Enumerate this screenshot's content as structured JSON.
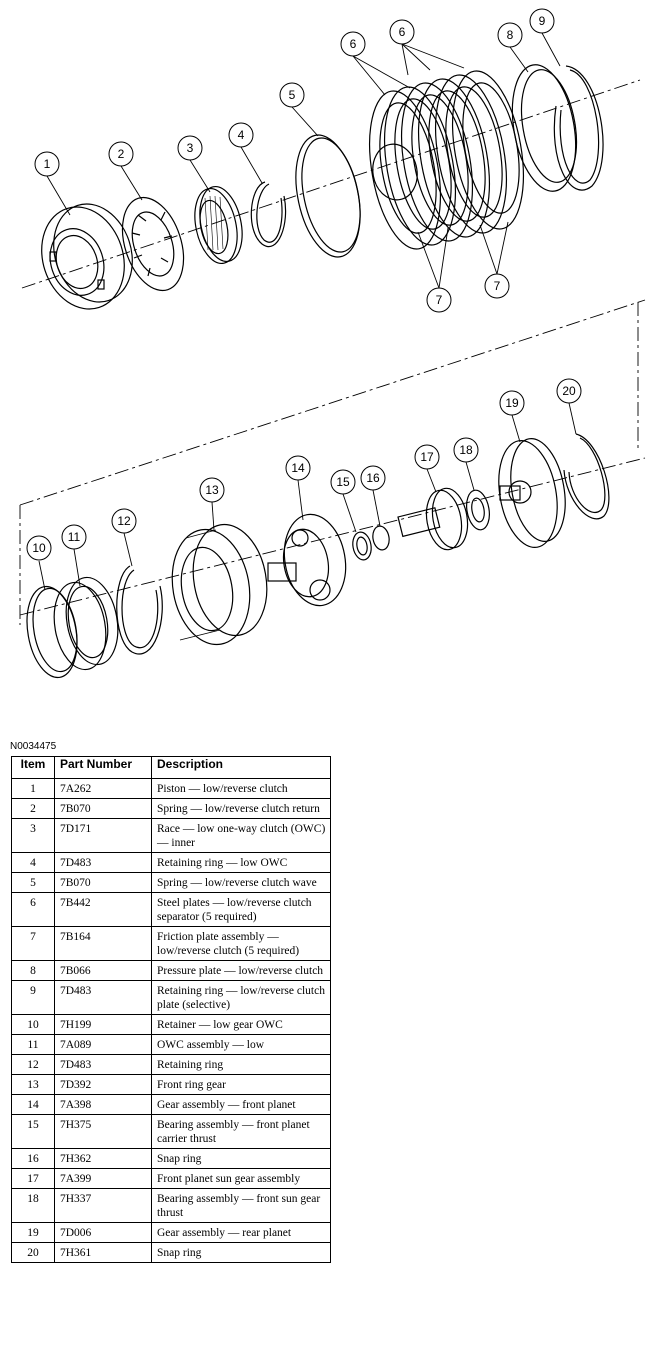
{
  "figure_id": "N0034475",
  "callouts": [
    "1",
    "2",
    "3",
    "4",
    "5",
    "6",
    "6",
    "7",
    "7",
    "8",
    "9",
    "10",
    "11",
    "12",
    "13",
    "14",
    "15",
    "16",
    "17",
    "18",
    "19",
    "20"
  ],
  "table": {
    "headers": {
      "item": "Item",
      "part_number": "Part Number",
      "description": "Description"
    },
    "rows": [
      {
        "item": "1",
        "part": "7A262",
        "desc": "Piston — low/reverse clutch"
      },
      {
        "item": "2",
        "part": "7B070",
        "desc": "Spring — low/reverse clutch return"
      },
      {
        "item": "3",
        "part": "7D171",
        "desc": "Race — low one-way clutch (OWC) — inner"
      },
      {
        "item": "4",
        "part": "7D483",
        "desc": "Retaining ring — low OWC"
      },
      {
        "item": "5",
        "part": "7B070",
        "desc": "Spring — low/reverse clutch wave"
      },
      {
        "item": "6",
        "part": "7B442",
        "desc": "Steel plates — low/reverse clutch separator (5 required)"
      },
      {
        "item": "7",
        "part": "7B164",
        "desc": "Friction plate assembly — low/reverse clutch (5 required)"
      },
      {
        "item": "8",
        "part": "7B066",
        "desc": "Pressure plate — low/reverse clutch"
      },
      {
        "item": "9",
        "part": "7D483",
        "desc": "Retaining ring — low/reverse clutch plate (selective)"
      },
      {
        "item": "10",
        "part": "7H199",
        "desc": "Retainer — low gear OWC"
      },
      {
        "item": "11",
        "part": "7A089",
        "desc": "OWC assembly — low"
      },
      {
        "item": "12",
        "part": "7D483",
        "desc": "Retaining ring"
      },
      {
        "item": "13",
        "part": "7D392",
        "desc": "Front ring gear"
      },
      {
        "item": "14",
        "part": "7A398",
        "desc": "Gear assembly — front planet"
      },
      {
        "item": "15",
        "part": "7H375",
        "desc": "Bearing assembly — front planet carrier thrust"
      },
      {
        "item": "16",
        "part": "7H362",
        "desc": "Snap ring"
      },
      {
        "item": "17",
        "part": "7A399",
        "desc": "Front planet sun gear assembly"
      },
      {
        "item": "18",
        "part": "7H337",
        "desc": "Bearing assembly — front sun gear thrust"
      },
      {
        "item": "19",
        "part": "7D006",
        "desc": "Gear assembly — rear planet"
      },
      {
        "item": "20",
        "part": "7H361",
        "desc": "Snap ring"
      }
    ]
  }
}
